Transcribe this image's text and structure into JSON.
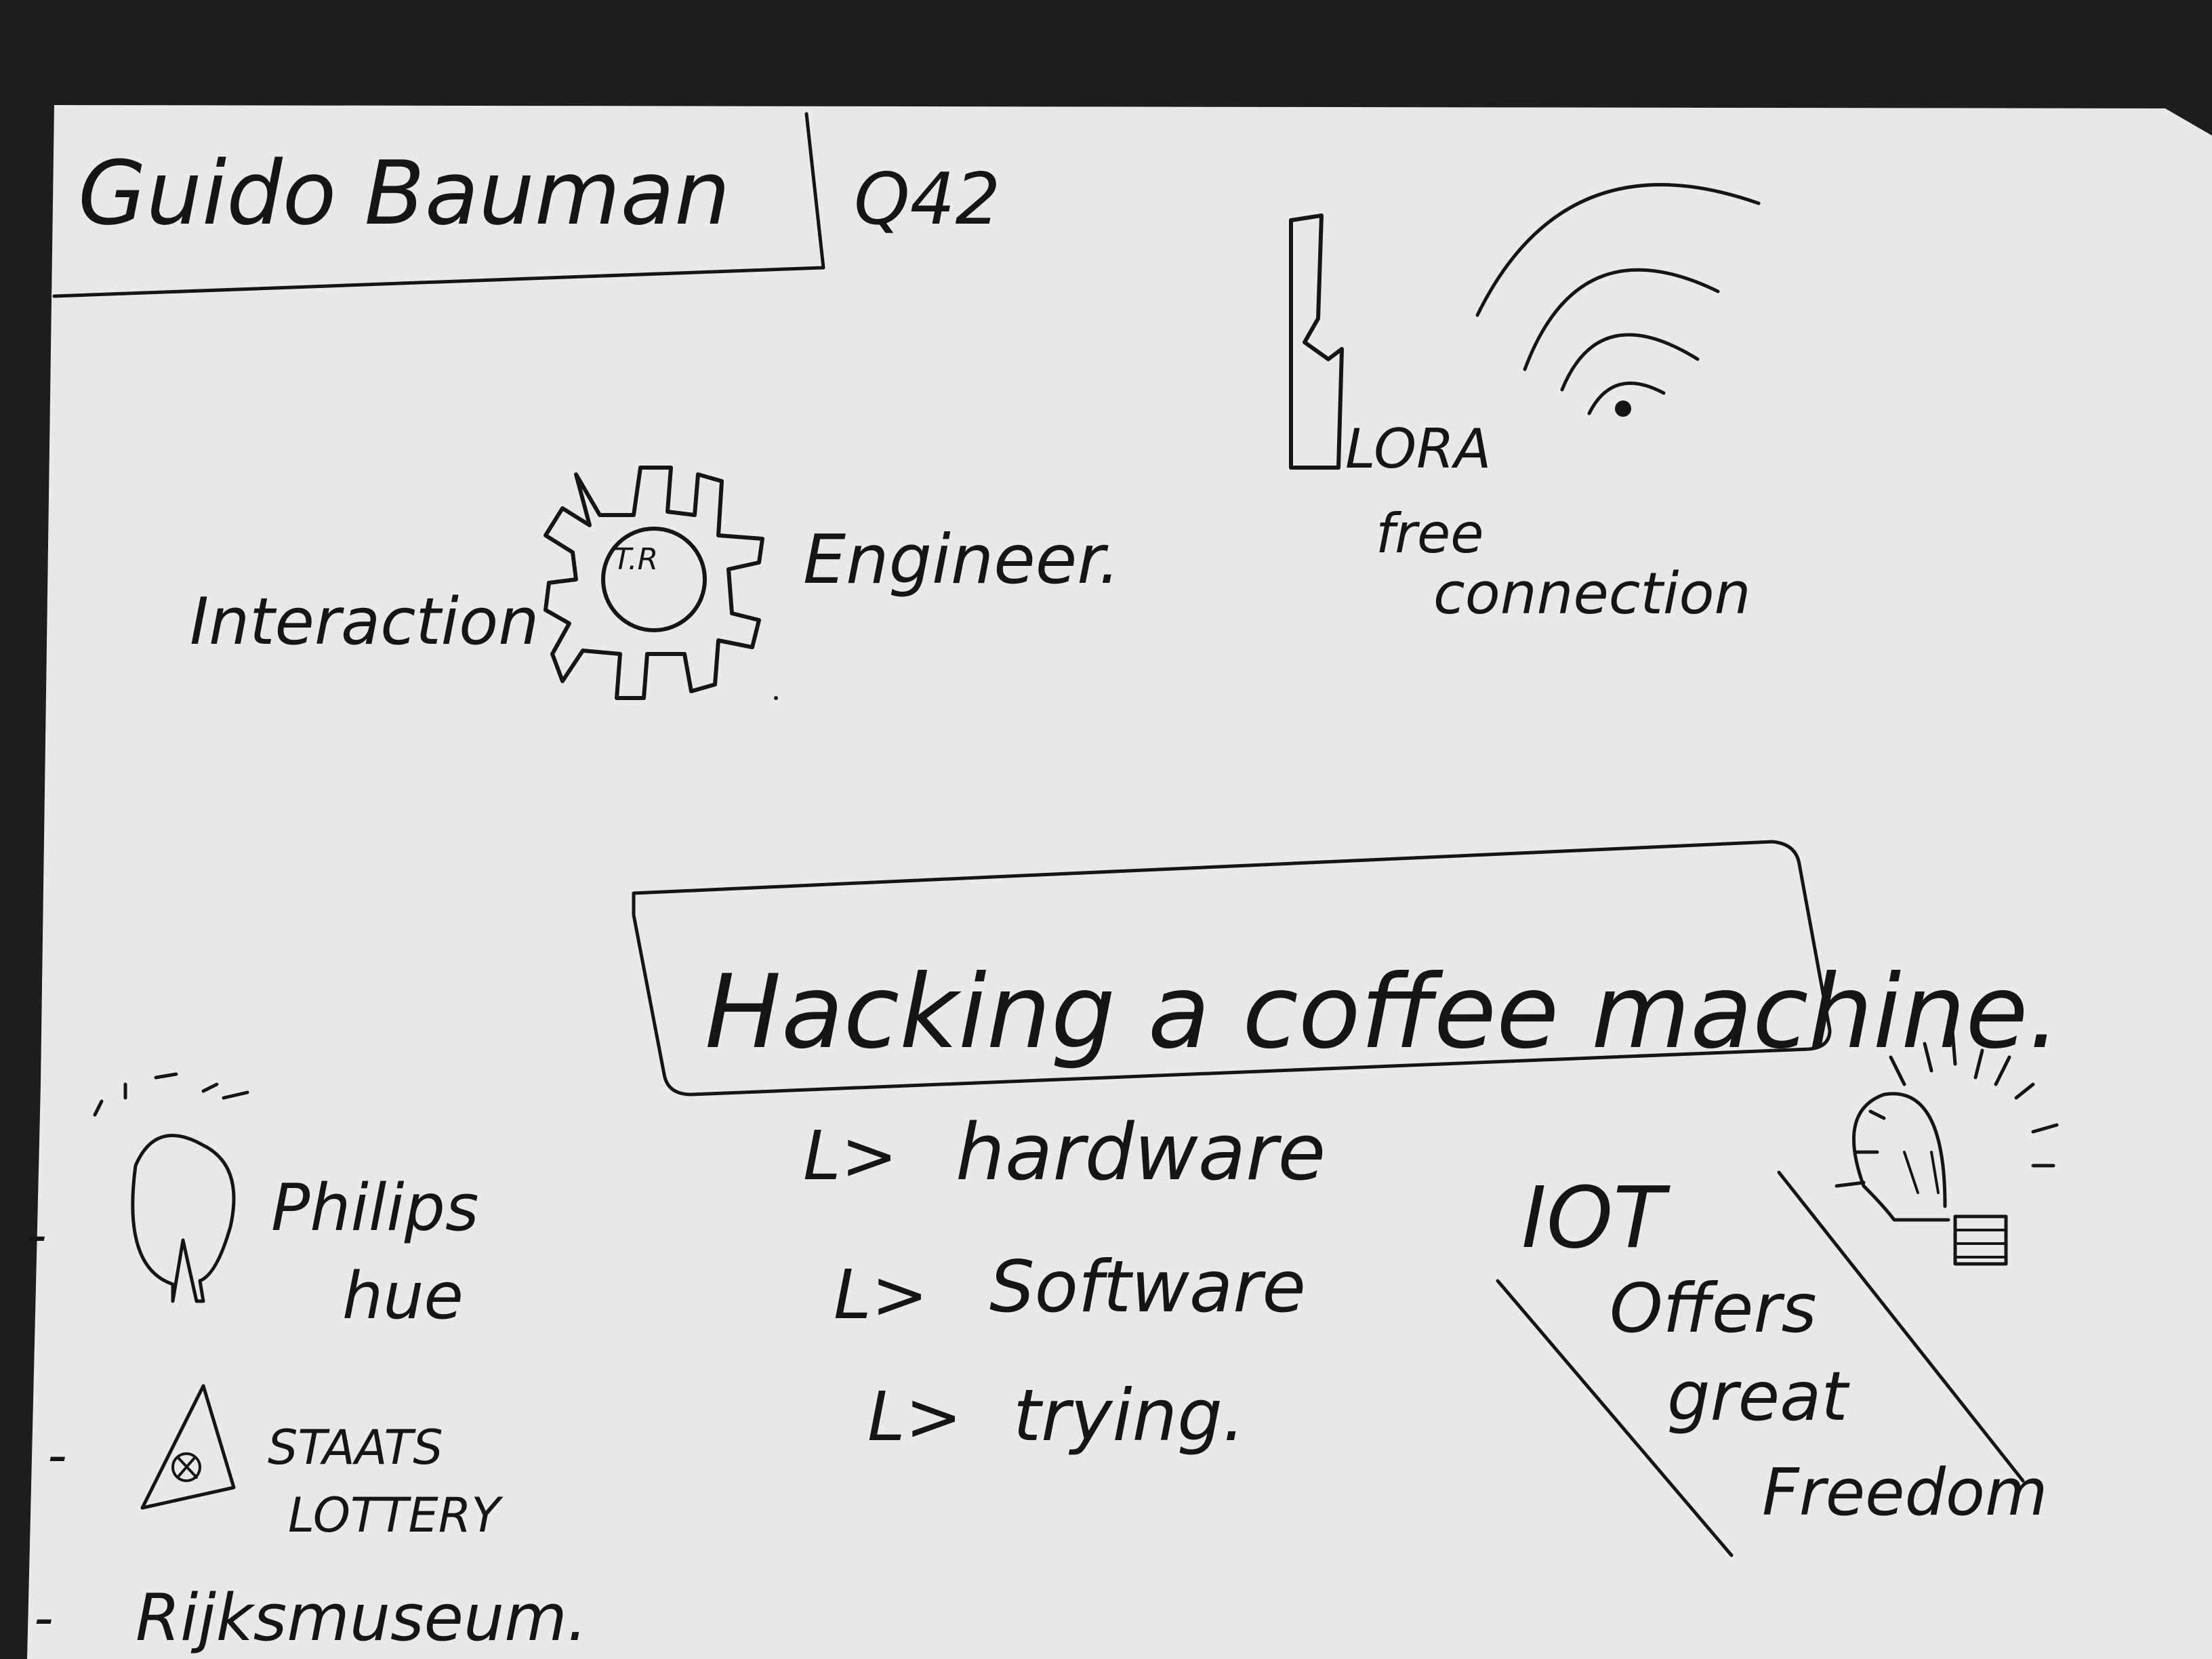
{
  "colors": {
    "paper": "#e9e9ea",
    "ink": "#151515",
    "background": "#1d1d1f"
  },
  "header": {
    "name": "Guido Bauman",
    "label": "Q42"
  },
  "left": {
    "interaction": "Interaction",
    "gear_text": "T.R",
    "engineer": "Engineer."
  },
  "lora": {
    "title": "LORA",
    "line2": "free",
    "line3": "connection"
  },
  "hacking": {
    "title": "Hacking a coffee machine.",
    "items": [
      {
        "arrow": "L>",
        "text": "hardware"
      },
      {
        "arrow": "L>",
        "text": "Software"
      },
      {
        "arrow": "L>",
        "text": "trying."
      }
    ]
  },
  "list": [
    {
      "dash": "-",
      "line1": "Philips",
      "line2": "hue"
    },
    {
      "dash": "-",
      "line1": "STAATS",
      "line2": "LOTTERY"
    },
    {
      "dash": "-",
      "line1": "Rijksmuseum.",
      "line2": ""
    }
  ],
  "iot": {
    "title": "IOT",
    "line2": "Offers",
    "line3": "great",
    "line4": "Freedom"
  },
  "icons": [
    "gear-icon",
    "wifi-icon",
    "lightbulb-icon",
    "lamp-icon",
    "warning-triangle-icon"
  ]
}
